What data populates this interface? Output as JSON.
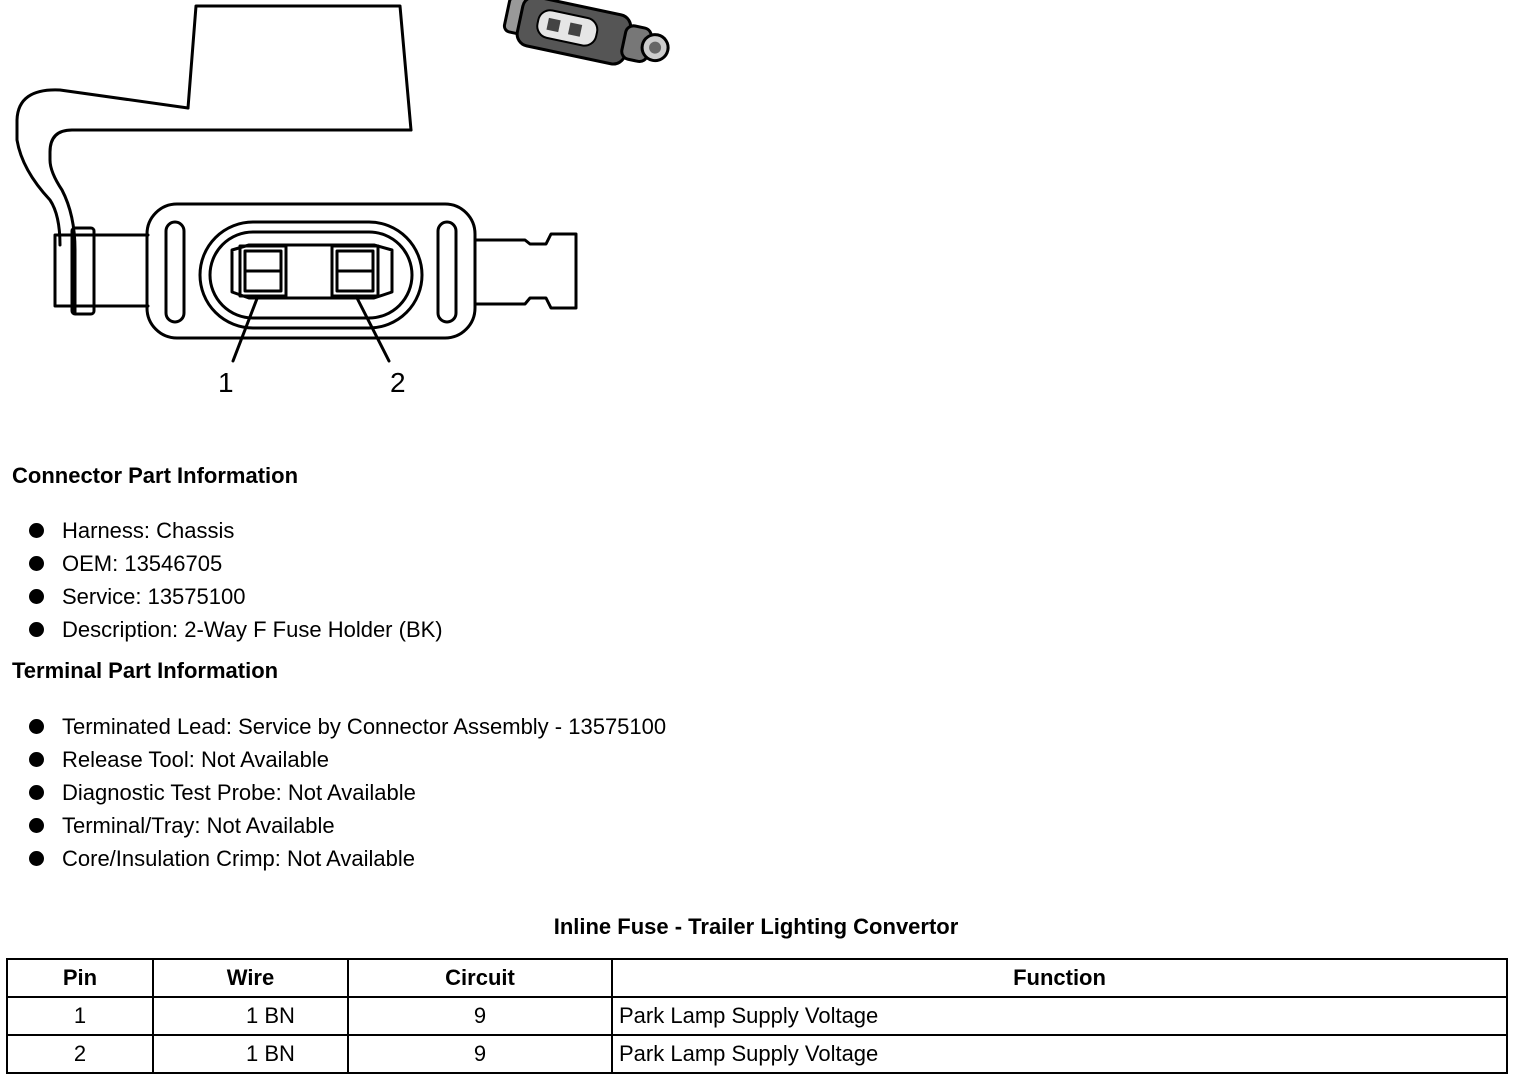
{
  "diagram": {
    "pin_labels": [
      "1",
      "2"
    ]
  },
  "connector_section": {
    "heading": "Connector Part Information",
    "items": [
      "Harness: Chassis",
      "OEM: 13546705",
      "Service: 13575100",
      "Description: 2-Way F Fuse Holder (BK)"
    ]
  },
  "terminal_section": {
    "heading": "Terminal Part Information",
    "items": [
      "Terminated Lead: Service by Connector Assembly - 13575100",
      "Release Tool: Not Available",
      "Diagnostic Test Probe: Not Available",
      "Terminal/Tray: Not Available",
      "Core/Insulation Crimp: Not Available"
    ]
  },
  "table": {
    "caption": "Inline Fuse - Trailer Lighting Convertor",
    "headers": [
      "Pin",
      "Wire",
      "Circuit",
      "Function"
    ],
    "rows": [
      [
        "1",
        "1 BN",
        "9",
        "Park Lamp Supply Voltage"
      ],
      [
        "2",
        "1 BN",
        "9",
        "Park Lamp Supply Voltage"
      ]
    ]
  }
}
